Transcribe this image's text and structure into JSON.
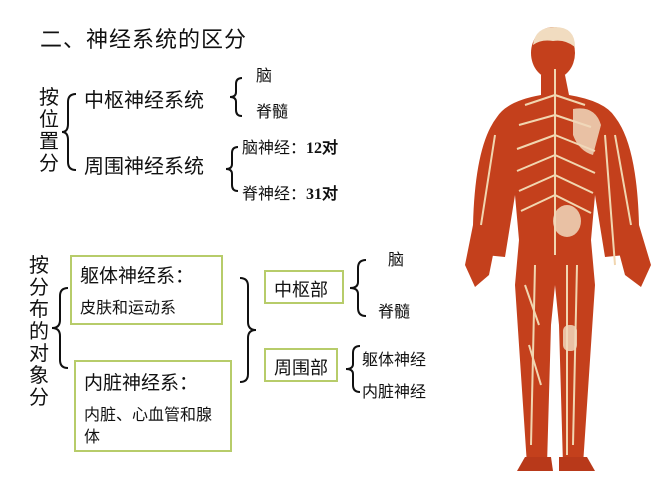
{
  "title": "二、神经系统的区分",
  "by_position": {
    "label": "按位置分",
    "cns": {
      "label": "中枢神经系统",
      "items": [
        "脑",
        "脊髓"
      ]
    },
    "pns": {
      "label": "周围神经系统",
      "items": [
        {
          "name": "脑神经：",
          "count": "12对"
        },
        {
          "name": "脊神经：",
          "count": "31对"
        }
      ]
    }
  },
  "by_distribution": {
    "label": "按分布的对象分",
    "somatic": {
      "heading": "躯体神经系：",
      "body": "皮肤和运动系"
    },
    "visceral": {
      "heading": "内脏神经系：",
      "body": "内脏、心血管和腺体"
    },
    "central_part": {
      "label": "中枢部",
      "items": [
        "脑",
        "脊髓"
      ]
    },
    "peripheral_part": {
      "label": "周围部",
      "items": [
        "躯体神经",
        "内脏神经"
      ]
    }
  },
  "colors": {
    "box_border": "#b7cc6a",
    "skin": "#c4401c",
    "nerve": "#f1d6b0"
  }
}
